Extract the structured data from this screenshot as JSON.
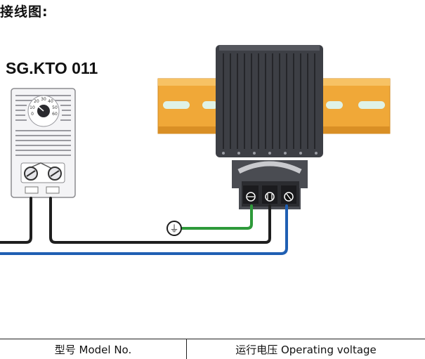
{
  "heading": "接线图:",
  "thermostat": {
    "model": "SG.KTO 011",
    "dial_ticks": [
      "20",
      "30",
      "40",
      "50",
      "60",
      "10",
      "0"
    ]
  },
  "earth_symbol": "⏚",
  "table": {
    "col1_header": "型号 Model No.",
    "col2_header": "运行电压 Operating voltage"
  },
  "colors": {
    "rail": "#f0a838",
    "rail_slot": "#dff2e6",
    "heater": "#3d3f45",
    "wire_black": "#1e1e1e",
    "wire_blue": "#1f5fb3",
    "wire_green": "#2e9a3a"
  }
}
